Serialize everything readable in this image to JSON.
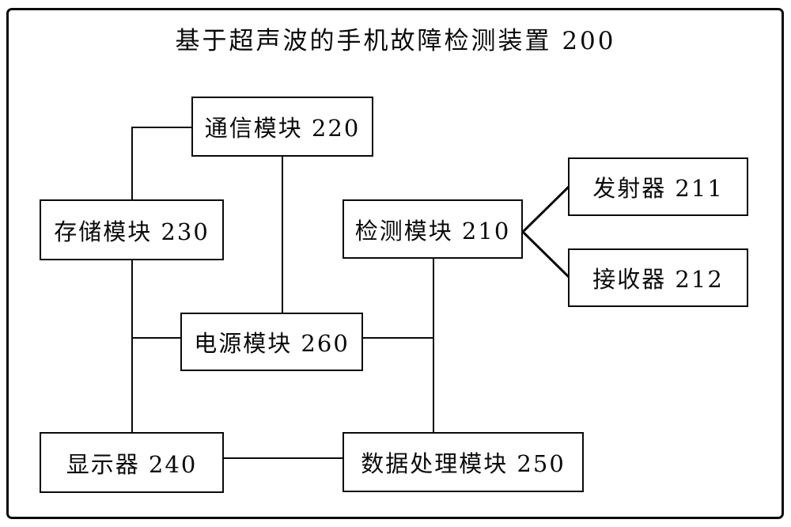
{
  "diagram": {
    "title": "基于超声波的手机故障检测装置 200",
    "nodes": {
      "comm": {
        "label": "通信模块 220"
      },
      "storage": {
        "label": "存储模块 230"
      },
      "detect": {
        "label": "检测模块 210"
      },
      "transmitter": {
        "label": "发射器 211"
      },
      "receiver": {
        "label": "接收器 212"
      },
      "power": {
        "label": "电源模块 260"
      },
      "display": {
        "label": "显示器 240"
      },
      "dataproc": {
        "label": "数据处理模块 250"
      }
    },
    "colors": {
      "line": "#0a0a0a",
      "background": "#ffffff"
    }
  }
}
